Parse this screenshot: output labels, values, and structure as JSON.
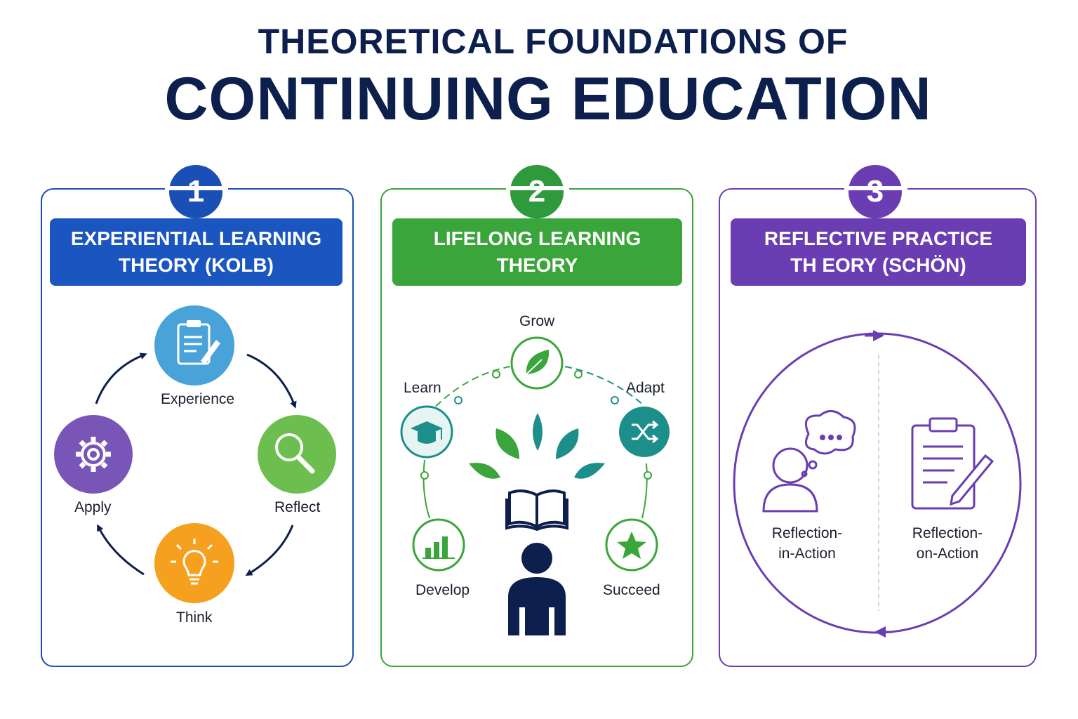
{
  "title": {
    "line1": "THEORETICAL FOUNDATIONS OF",
    "line2": "CONTINUING EDUCATION"
  },
  "colors": {
    "navy": "#0d1f4d",
    "blue": "#1a4fb5",
    "green": "#3aa53a",
    "purple": "#6a3db3"
  },
  "panels": [
    {
      "number": "1",
      "heading": "EXPERIENTIAL LEARNING\nTHEORY (KOLB)",
      "cycle": [
        {
          "label": "Experience",
          "icon": "clipboard-icon",
          "color": "#4aa3d8"
        },
        {
          "label": "Reflect",
          "icon": "magnifier-icon",
          "color": "#6cbf4f"
        },
        {
          "label": "Think",
          "icon": "lightbulb-icon",
          "color": "#f5a01e"
        },
        {
          "label": "Apply",
          "icon": "gear-icon",
          "color": "#7a55b8"
        }
      ]
    },
    {
      "number": "2",
      "heading": "LIFELONG LEARNING\nTHEORY",
      "stages": [
        {
          "label": "Grow",
          "icon": "leaf-icon"
        },
        {
          "label": "Learn",
          "icon": "graduation-cap-icon"
        },
        {
          "label": "Adapt",
          "icon": "shuffle-icon"
        },
        {
          "label": "Develop",
          "icon": "bar-chart-icon"
        },
        {
          "label": "Succeed",
          "icon": "star-icon"
        }
      ]
    },
    {
      "number": "3",
      "heading": "REFLECTIVE PRACTICE\nTH EORY (SCHÖN)",
      "modes": [
        {
          "label": "Reflection-\nin-Action",
          "icon": "person-thought-icon"
        },
        {
          "label": "Reflection-\non-Action",
          "icon": "clipboard-pencil-icon"
        }
      ]
    }
  ]
}
